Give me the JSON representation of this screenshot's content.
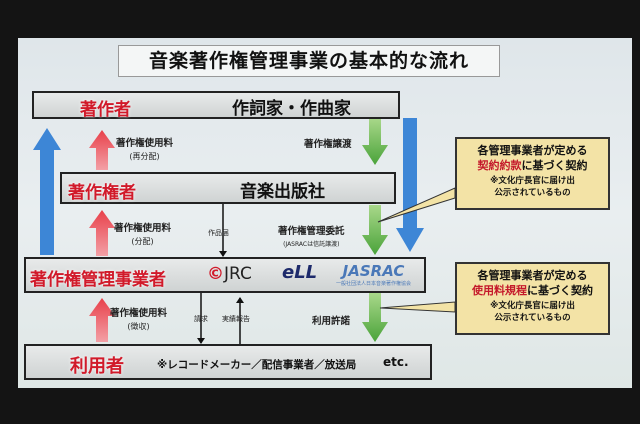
{
  "title": "音楽著作権管理事業の基本的な流れ",
  "rows": {
    "author": {
      "role": "著作者",
      "entity": "作詞家・作曲家"
    },
    "holder": {
      "role": "著作権者",
      "entity": "音楽出版社"
    },
    "manager": {
      "role": "著作権管理事業者",
      "logos": {
        "jrc": "JRC",
        "elicense": "eLL",
        "jasrac": "JASRAC",
        "jasrac_sub": "一般社団法人日本音楽著作権協会"
      }
    },
    "user": {
      "role": "利用者",
      "entity": "※レコードメーカー／配信事業者／放送局",
      "etc": "etc."
    }
  },
  "flows": {
    "royalty_redist": {
      "label": "著作権使用料",
      "sub": "(再分配)"
    },
    "royalty_dist": {
      "label": "著作権使用料",
      "sub": "(分配)"
    },
    "royalty_collect": {
      "label": "著作権使用料",
      "sub": "(徴収)"
    },
    "transfer": "著作権譲渡",
    "entrust": {
      "label": "著作権管理委託",
      "sub": "(JASRACは信託譲渡)"
    },
    "works": "作品届",
    "license": "利用許諾",
    "billing": "請求",
    "report": "実績報告"
  },
  "callouts": [
    {
      "line1": "各管理事業者が定める",
      "highlight": "契約約款",
      "rest": "に基づく契約",
      "note1": "※文化庁長官に届け出",
      "note2": "公示されているもの"
    },
    {
      "line1": "各管理事業者が定める",
      "highlight": "使用料規程",
      "rest": "に基づく契約",
      "note1": "※文化庁長官に届け出",
      "note2": "公示されているもの"
    }
  ]
}
